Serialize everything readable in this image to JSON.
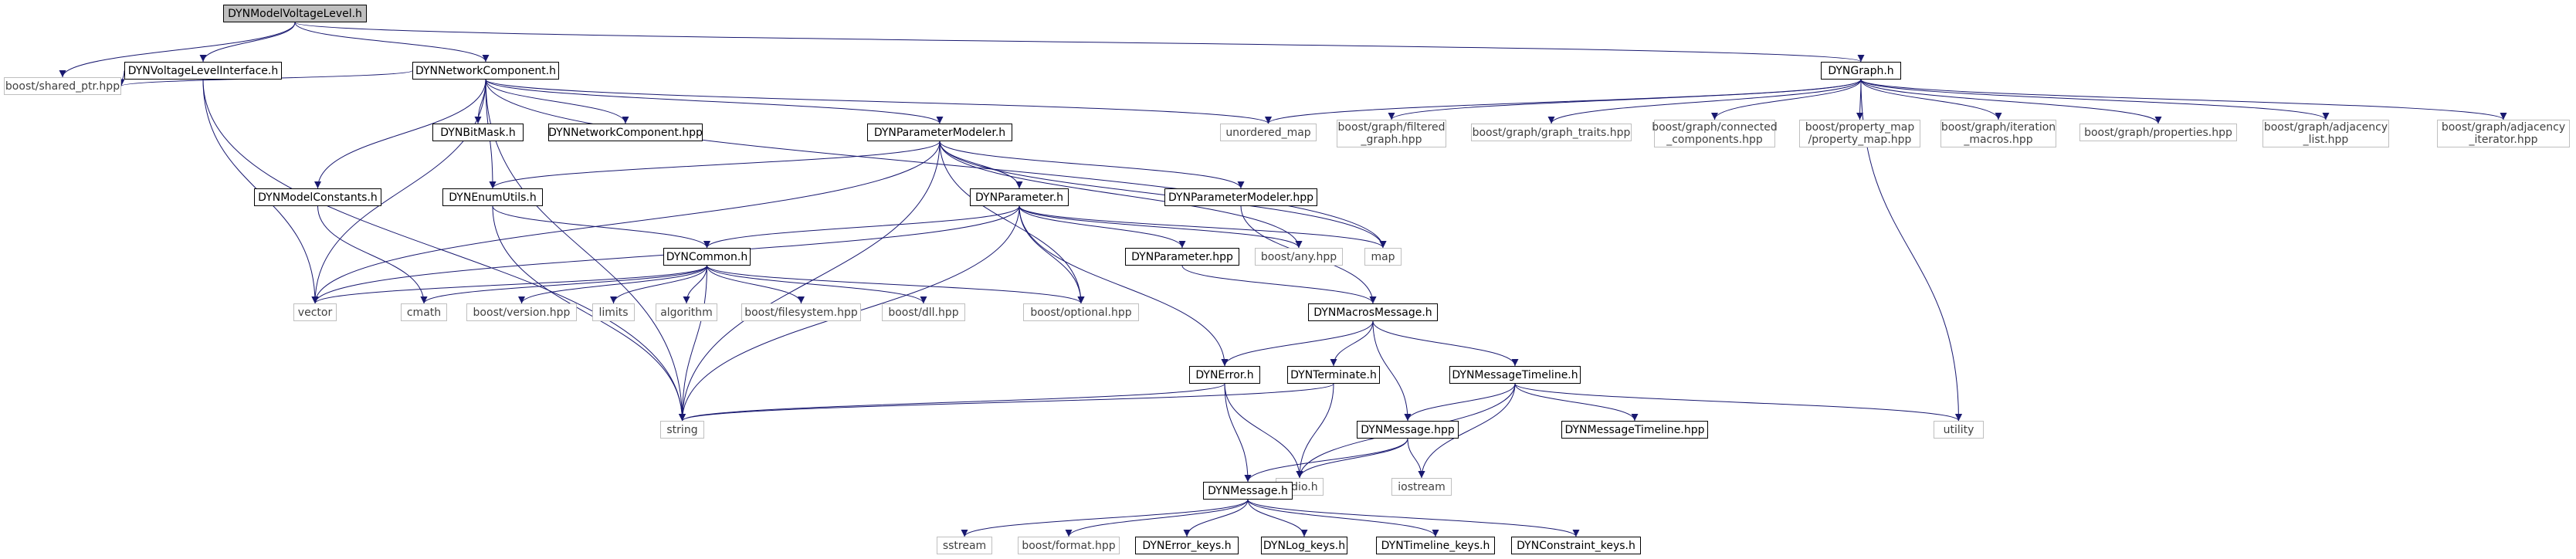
{
  "graph": {
    "colors": {
      "edge": "#191970",
      "root_fill": "#bfbfbf",
      "external_border": "#bfbfbf",
      "node_border": "#000000"
    },
    "nodes": [
      {
        "id": "root",
        "label": "DYNModelVoltageLevel.h",
        "kind": "root"
      },
      {
        "id": "vli",
        "label": "DYNVoltageLevelInterface.h",
        "kind": "doc"
      },
      {
        "id": "nc",
        "label": "DYNNetworkComponent.h",
        "kind": "doc"
      },
      {
        "id": "graph",
        "label": "DYNGraph.h",
        "kind": "doc"
      },
      {
        "id": "shared_ptr",
        "label": "boost/shared_ptr.hpp",
        "kind": "ext"
      },
      {
        "id": "bitmask",
        "label": "DYNBitMask.h",
        "kind": "doc"
      },
      {
        "id": "nchpp",
        "label": "DYNNetworkComponent.hpp",
        "kind": "doc"
      },
      {
        "id": "pm",
        "label": "DYNParameterModeler.h",
        "kind": "doc"
      },
      {
        "id": "umap",
        "label": "unordered_map",
        "kind": "ext"
      },
      {
        "id": "filtered",
        "label": "boost/graph/filtered\n_graph.hpp",
        "kind": "ext"
      },
      {
        "id": "traits",
        "label": "boost/graph/graph_traits.hpp",
        "kind": "ext"
      },
      {
        "id": "connected",
        "label": "boost/graph/connected\n_components.hpp",
        "kind": "ext"
      },
      {
        "id": "propmap",
        "label": "boost/property_map\n/property_map.hpp",
        "kind": "ext"
      },
      {
        "id": "iterm",
        "label": "boost/graph/iteration\n_macros.hpp",
        "kind": "ext"
      },
      {
        "id": "props",
        "label": "boost/graph/properties.hpp",
        "kind": "ext"
      },
      {
        "id": "adjlist",
        "label": "boost/graph/adjacency\n_list.hpp",
        "kind": "ext"
      },
      {
        "id": "adjit",
        "label": "boost/graph/adjacency\n_iterator.hpp",
        "kind": "ext"
      },
      {
        "id": "mc",
        "label": "DYNModelConstants.h",
        "kind": "doc"
      },
      {
        "id": "eu",
        "label": "DYNEnumUtils.h",
        "kind": "doc"
      },
      {
        "id": "param",
        "label": "DYNParameter.h",
        "kind": "doc"
      },
      {
        "id": "pmhpp",
        "label": "DYNParameterModeler.hpp",
        "kind": "doc"
      },
      {
        "id": "common",
        "label": "DYNCommon.h",
        "kind": "doc"
      },
      {
        "id": "paramhpp",
        "label": "DYNParameter.hpp",
        "kind": "doc"
      },
      {
        "id": "any",
        "label": "boost/any.hpp",
        "kind": "ext"
      },
      {
        "id": "map",
        "label": "map",
        "kind": "ext"
      },
      {
        "id": "vector",
        "label": "vector",
        "kind": "ext"
      },
      {
        "id": "cmath",
        "label": "cmath",
        "kind": "ext"
      },
      {
        "id": "version",
        "label": "boost/version.hpp",
        "kind": "ext"
      },
      {
        "id": "limits",
        "label": "limits",
        "kind": "ext"
      },
      {
        "id": "algorithm",
        "label": "algorithm",
        "kind": "ext"
      },
      {
        "id": "filesystem",
        "label": "boost/filesystem.hpp",
        "kind": "ext"
      },
      {
        "id": "dll",
        "label": "boost/dll.hpp",
        "kind": "ext"
      },
      {
        "id": "optional",
        "label": "boost/optional.hpp",
        "kind": "ext"
      },
      {
        "id": "macros",
        "label": "DYNMacrosMessage.h",
        "kind": "doc"
      },
      {
        "id": "error",
        "label": "DYNError.h",
        "kind": "doc"
      },
      {
        "id": "terminate",
        "label": "DYNTerminate.h",
        "kind": "doc"
      },
      {
        "id": "mtl",
        "label": "DYNMessageTimeline.h",
        "kind": "doc"
      },
      {
        "id": "string",
        "label": "string",
        "kind": "ext"
      },
      {
        "id": "msghpp",
        "label": "DYNMessage.hpp",
        "kind": "doc"
      },
      {
        "id": "mtlhpp",
        "label": "DYNMessageTimeline.hpp",
        "kind": "doc"
      },
      {
        "id": "utility",
        "label": "utility",
        "kind": "ext"
      },
      {
        "id": "stdio",
        "label": "stdio.h",
        "kind": "ext"
      },
      {
        "id": "iostream",
        "label": "iostream",
        "kind": "ext"
      },
      {
        "id": "msg",
        "label": "DYNMessage.h",
        "kind": "doc"
      },
      {
        "id": "sstream",
        "label": "sstream",
        "kind": "ext"
      },
      {
        "id": "format",
        "label": "boost/format.hpp",
        "kind": "ext"
      },
      {
        "id": "errkeys",
        "label": "DYNError_keys.h",
        "kind": "doc"
      },
      {
        "id": "logkeys",
        "label": "DYNLog_keys.h",
        "kind": "doc"
      },
      {
        "id": "tlkeys",
        "label": "DYNTimeline_keys.h",
        "kind": "doc"
      },
      {
        "id": "ckeys",
        "label": "DYNConstraint_keys.h",
        "kind": "doc"
      }
    ],
    "edges": [
      [
        "root",
        "vli"
      ],
      [
        "root",
        "nc"
      ],
      [
        "root",
        "graph"
      ],
      [
        "root",
        "shared_ptr"
      ],
      [
        "vli",
        "shared_ptr"
      ],
      [
        "vli",
        "vector"
      ],
      [
        "vli",
        "string"
      ],
      [
        "nc",
        "shared_ptr"
      ],
      [
        "nc",
        "bitmask"
      ],
      [
        "nc",
        "nchpp"
      ],
      [
        "nc",
        "pm"
      ],
      [
        "nc",
        "mc"
      ],
      [
        "nc",
        "eu"
      ],
      [
        "nc",
        "vector"
      ],
      [
        "nc",
        "string"
      ],
      [
        "nc",
        "umap"
      ],
      [
        "nc",
        "map"
      ],
      [
        "graph",
        "umap"
      ],
      [
        "graph",
        "filtered"
      ],
      [
        "graph",
        "traits"
      ],
      [
        "graph",
        "connected"
      ],
      [
        "graph",
        "propmap"
      ],
      [
        "graph",
        "iterm"
      ],
      [
        "graph",
        "props"
      ],
      [
        "graph",
        "adjlist"
      ],
      [
        "graph",
        "adjit"
      ],
      [
        "graph",
        "utility"
      ],
      [
        "pm",
        "eu"
      ],
      [
        "pm",
        "param"
      ],
      [
        "pm",
        "pmhpp"
      ],
      [
        "pm",
        "vector"
      ],
      [
        "pm",
        "string"
      ],
      [
        "pm",
        "any"
      ],
      [
        "pm",
        "map"
      ],
      [
        "pm",
        "optional"
      ],
      [
        "mc",
        "cmath"
      ],
      [
        "eu",
        "common"
      ],
      [
        "eu",
        "string"
      ],
      [
        "param",
        "common"
      ],
      [
        "param",
        "paramhpp"
      ],
      [
        "param",
        "any"
      ],
      [
        "param",
        "map"
      ],
      [
        "param",
        "vector"
      ],
      [
        "param",
        "string"
      ],
      [
        "param",
        "optional"
      ],
      [
        "param",
        "error"
      ],
      [
        "pmhpp",
        "macros"
      ],
      [
        "common",
        "vector"
      ],
      [
        "common",
        "cmath"
      ],
      [
        "common",
        "version"
      ],
      [
        "common",
        "limits"
      ],
      [
        "common",
        "algorithm"
      ],
      [
        "common",
        "filesystem"
      ],
      [
        "common",
        "dll"
      ],
      [
        "common",
        "optional"
      ],
      [
        "common",
        "string"
      ],
      [
        "paramhpp",
        "macros"
      ],
      [
        "macros",
        "error"
      ],
      [
        "macros",
        "terminate"
      ],
      [
        "macros",
        "mtl"
      ],
      [
        "macros",
        "msghpp"
      ],
      [
        "error",
        "string"
      ],
      [
        "error",
        "msg"
      ],
      [
        "error",
        "stdio"
      ],
      [
        "terminate",
        "string"
      ],
      [
        "terminate",
        "stdio"
      ],
      [
        "mtl",
        "msghpp"
      ],
      [
        "mtl",
        "mtlhpp"
      ],
      [
        "mtl",
        "utility"
      ],
      [
        "mtl",
        "stdio"
      ],
      [
        "mtl",
        "iostream"
      ],
      [
        "msghpp",
        "msg"
      ],
      [
        "msghpp",
        "stdio"
      ],
      [
        "msghpp",
        "iostream"
      ],
      [
        "msg",
        "sstream"
      ],
      [
        "msg",
        "format"
      ],
      [
        "msg",
        "errkeys"
      ],
      [
        "msg",
        "logkeys"
      ],
      [
        "msg",
        "tlkeys"
      ],
      [
        "msg",
        "ckeys"
      ]
    ]
  }
}
